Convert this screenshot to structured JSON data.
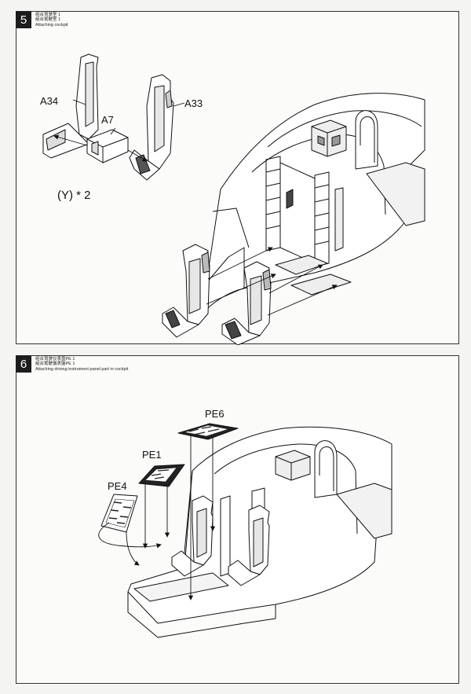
{
  "step5": {
    "number": "5",
    "title_zh1": "组合驾驶室 1",
    "title_zh2": "組合駕駛室 1",
    "title_en": "Attaching cockpit",
    "labels": {
      "a34": "A34",
      "a7": "A7",
      "a33": "A33",
      "multiplier": "(Y) * 2"
    }
  },
  "step6": {
    "number": "6",
    "title_zh1": "组合驾驶仪表盘PE 1",
    "title_zh2": "組合駕駛儀表盤PE 1",
    "title_en": "Attaching driving instrument panel part in cockpit",
    "labels": {
      "pe6": "PE6",
      "pe1": "PE1",
      "pe4": "PE4"
    }
  }
}
